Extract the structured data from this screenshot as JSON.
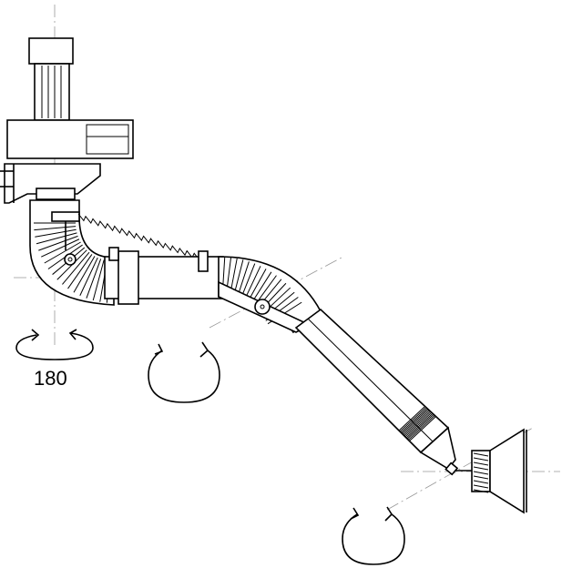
{
  "rotation_label": "180",
  "icons": {
    "rotation_arrows": [
      "base-rotation-arrow",
      "arm-rotation-arrow",
      "hood-rotation-arrow"
    ]
  }
}
